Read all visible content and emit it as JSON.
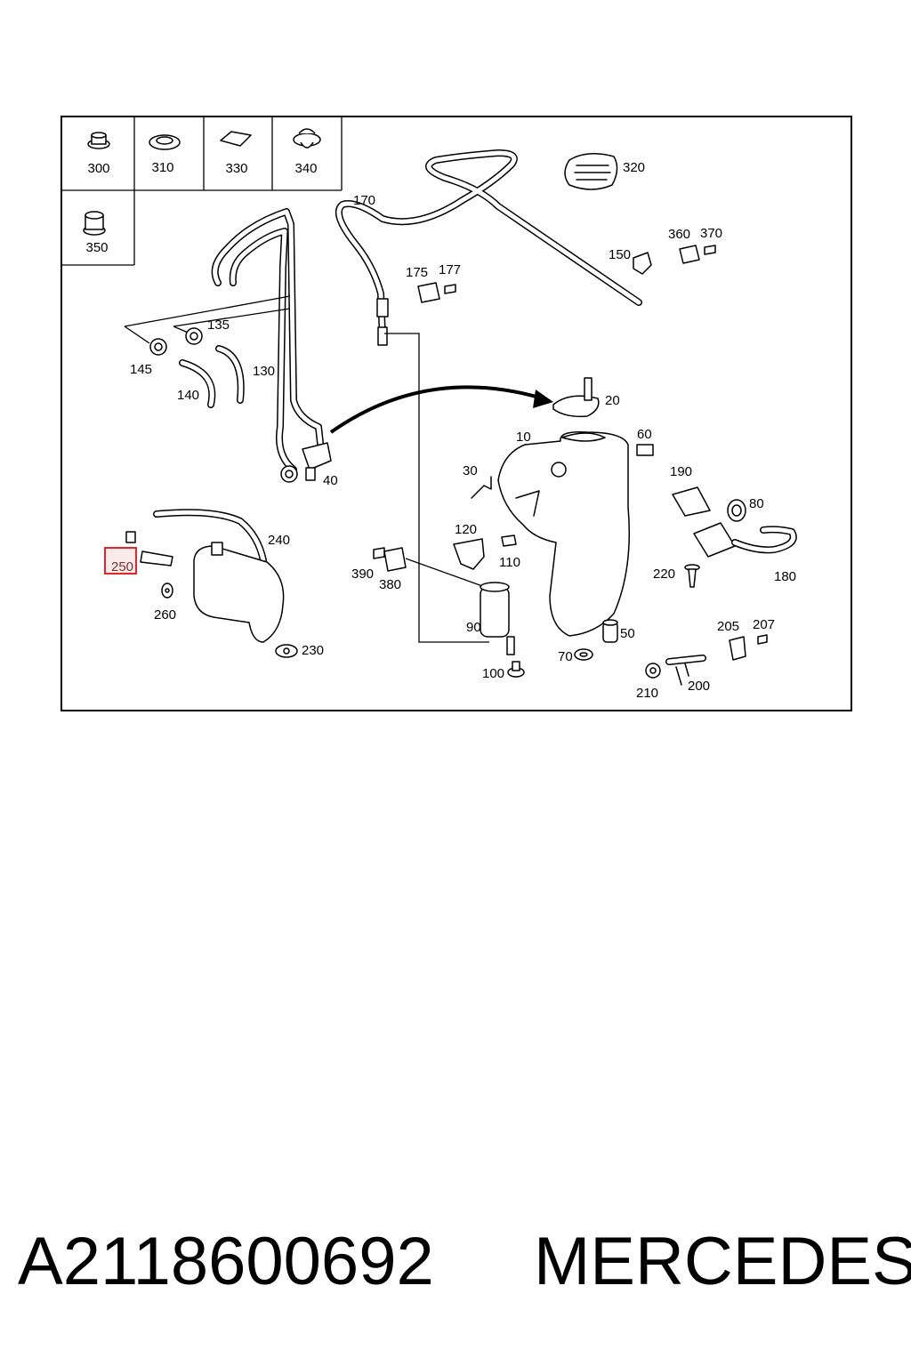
{
  "diagram": {
    "callouts": {
      "c300": "300",
      "c310": "310",
      "c330": "330",
      "c340": "340",
      "c350": "350",
      "c320": "320",
      "c170": "170",
      "c175": "175",
      "c177": "177",
      "c150": "150",
      "c360": "360",
      "c370": "370",
      "c135": "135",
      "c145": "145",
      "c130": "130",
      "c140": "140",
      "c20": "20",
      "c40": "40",
      "c10": "10",
      "c60": "60",
      "c30": "30",
      "c190": "190",
      "c80": "80",
      "c240": "240",
      "c250": "250",
      "c120": "120",
      "c110": "110",
      "c390": "390",
      "c380": "380",
      "c220": "220",
      "c180": "180",
      "c260": "260",
      "c230": "230",
      "c90": "90",
      "c50": "50",
      "c205": "205",
      "c207": "207",
      "c70": "70",
      "c100": "100",
      "c210": "210",
      "c200": "200"
    },
    "highlight": {
      "callout": "250",
      "color": "#e0252b"
    }
  },
  "caption": {
    "part_number": "A2118600692",
    "brand": "MERCEDES"
  }
}
